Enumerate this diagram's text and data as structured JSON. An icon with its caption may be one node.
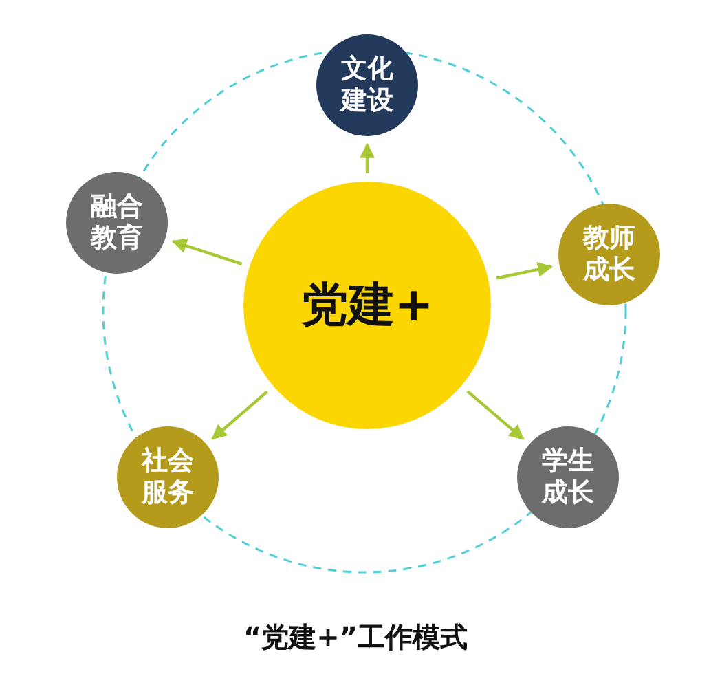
{
  "diagram": {
    "caption": "“党建+”工作模式",
    "nodes": [
      {
        "text": [
          "党建+"
        ]
      },
      {
        "text": [
          "文化建设"
        ]
      },
      {
        "text": [
          "融合教育"
        ]
      },
      {
        "text": [
          "教师成长"
        ]
      },
      {
        "text": [
          "社会服务"
        ]
      },
      {
        "text": [
          "学生成长"
        ]
      }
    ],
    "edges": [
      {
        "from": 0,
        "to": 1,
        "arrow": "to"
      },
      {
        "from": 0,
        "to": 2,
        "arrow": "to"
      },
      {
        "from": 0,
        "to": 3,
        "arrow": "to"
      },
      {
        "from": 0,
        "to": 4,
        "arrow": "to"
      },
      {
        "from": 0,
        "to": 5,
        "arrow": "to"
      }
    ]
  }
}
